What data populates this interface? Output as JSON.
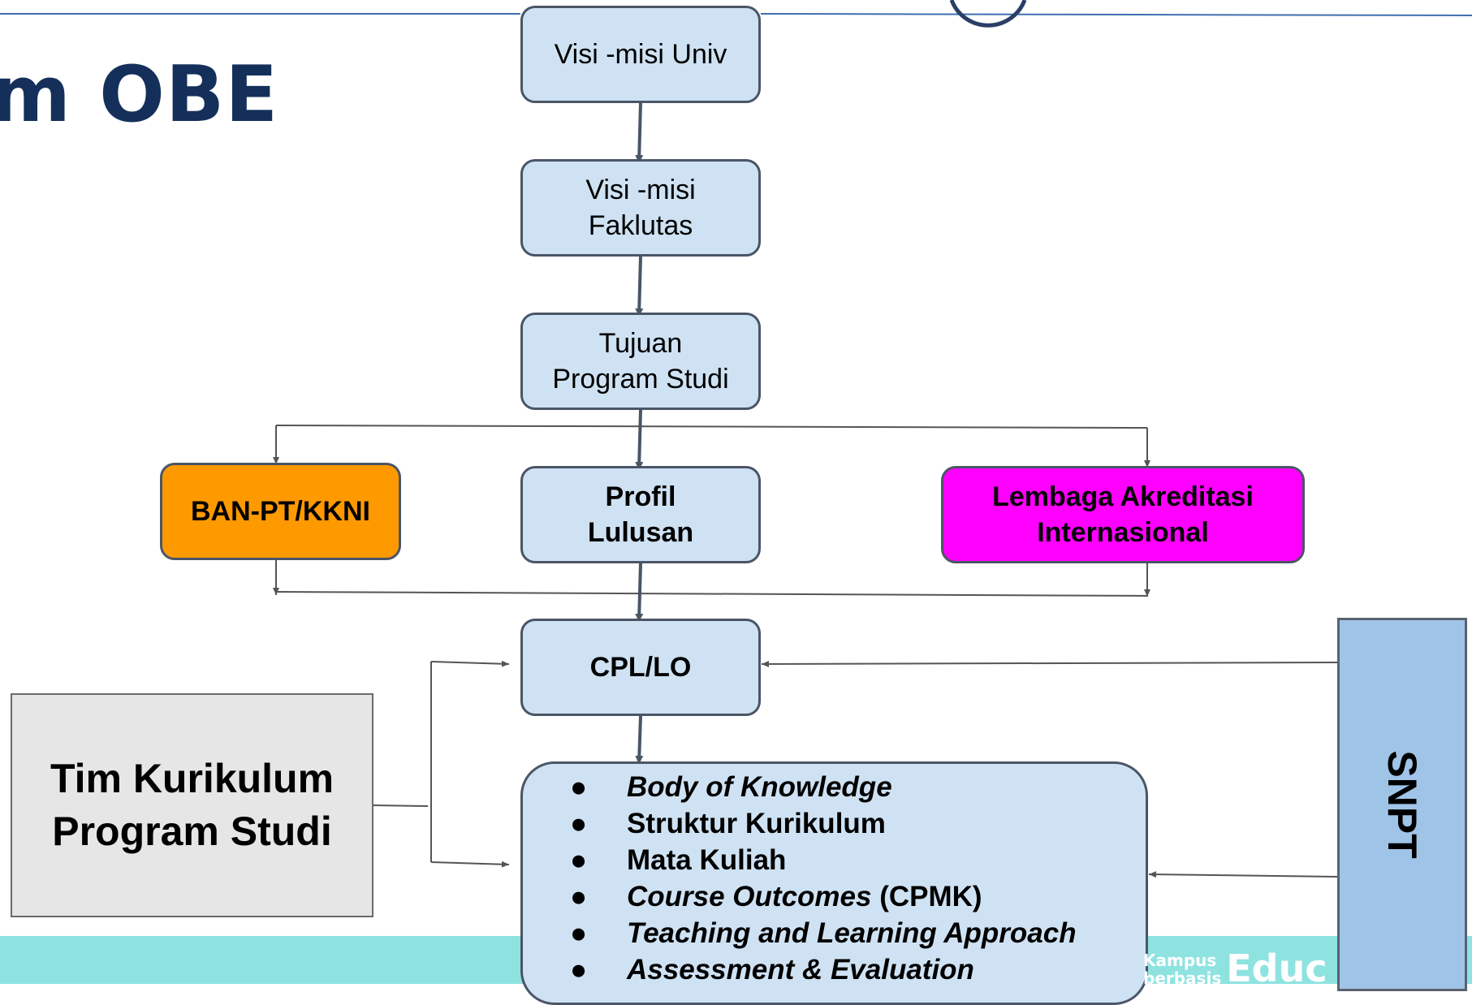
{
  "title": "m OBE",
  "boxes": {
    "visi_univ": "Visi -misi Univ",
    "visi_fak_line1": "Visi -misi",
    "visi_fak_line2": "Faklutas",
    "tujuan_line1": "Tujuan",
    "tujuan_line2": "Program Studi",
    "profil_line1": "Profil",
    "profil_line2": "Lulusan",
    "ban_pt": "BAN-PT/KKNI",
    "lembaga_line1": "Lembaga Akreditasi",
    "lembaga_line2": "Internasional",
    "cpl": "CPL/LO",
    "tim_line1": "Tim Kurikulum",
    "tim_line2": "Program Studi",
    "snpt": "SNPT"
  },
  "curriculum_list": [
    {
      "bullet": "●",
      "text": "Body of Knowledge",
      "suffix": ""
    },
    {
      "bullet": "●",
      "text": "Struktur Kurikulum",
      "suffix": ""
    },
    {
      "bullet": "●",
      "text": "Mata Kuliah",
      "suffix": ""
    },
    {
      "bullet": "●",
      "text": "Course Outcomes",
      "suffix": " (CPMK)"
    },
    {
      "bullet": "●",
      "text": "Teaching and Learning Approach",
      "suffix": ""
    },
    {
      "bullet": "●",
      "text": "Assessment & Evaluation",
      "suffix": ""
    }
  ],
  "footer": {
    "brand_small_line1": "Kampus",
    "brand_small_line2": "berbasis",
    "brand_big": "Educ"
  },
  "colors": {
    "node_fill": "#cfe2f3",
    "ban_pt_fill": "#ff9900",
    "lembaga_fill": "#ff00ff",
    "tim_fill": "#e6e6e6",
    "snpt_fill": "#a0c4e7",
    "footer_band": "#8ee3e1",
    "title_color": "#14305a"
  }
}
